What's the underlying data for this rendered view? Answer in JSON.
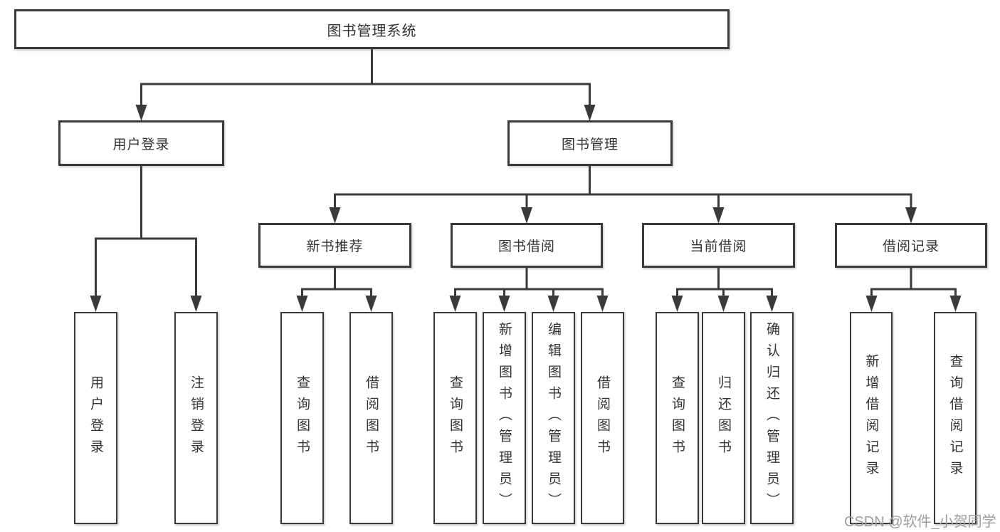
{
  "tree": {
    "root": {
      "label": "图书管理系统",
      "children": [
        {
          "label": "用户登录",
          "children": [
            {
              "label": "用户登录"
            },
            {
              "label": "注销登录"
            }
          ]
        },
        {
          "label": "图书管理",
          "children": [
            {
              "label": "新书推荐",
              "children": [
                {
                  "label": "查询图书"
                },
                {
                  "label": "借阅图书"
                }
              ]
            },
            {
              "label": "图书借阅",
              "children": [
                {
                  "label": "查询图书"
                },
                {
                  "label": "新增图书（管理员）"
                },
                {
                  "label": "编辑图书（管理员）"
                },
                {
                  "label": "借阅图书"
                }
              ]
            },
            {
              "label": "当前借阅",
              "children": [
                {
                  "label": "查询图书"
                },
                {
                  "label": "归还图书"
                },
                {
                  "label": "确认归还（管理员）"
                }
              ]
            },
            {
              "label": "借阅记录",
              "children": [
                {
                  "label": "新增借阅记录"
                },
                {
                  "label": "查询借阅记录"
                }
              ]
            }
          ]
        }
      ]
    }
  },
  "watermark": {
    "text": "CSDN @软件_小贺同学"
  },
  "colors": {
    "line": "#3a3a3a",
    "box_border": "#3a3a3a",
    "box_background": "#ffffff",
    "text": "#333333",
    "watermark": "#9e9e9e",
    "page_background": "#ffffff"
  }
}
